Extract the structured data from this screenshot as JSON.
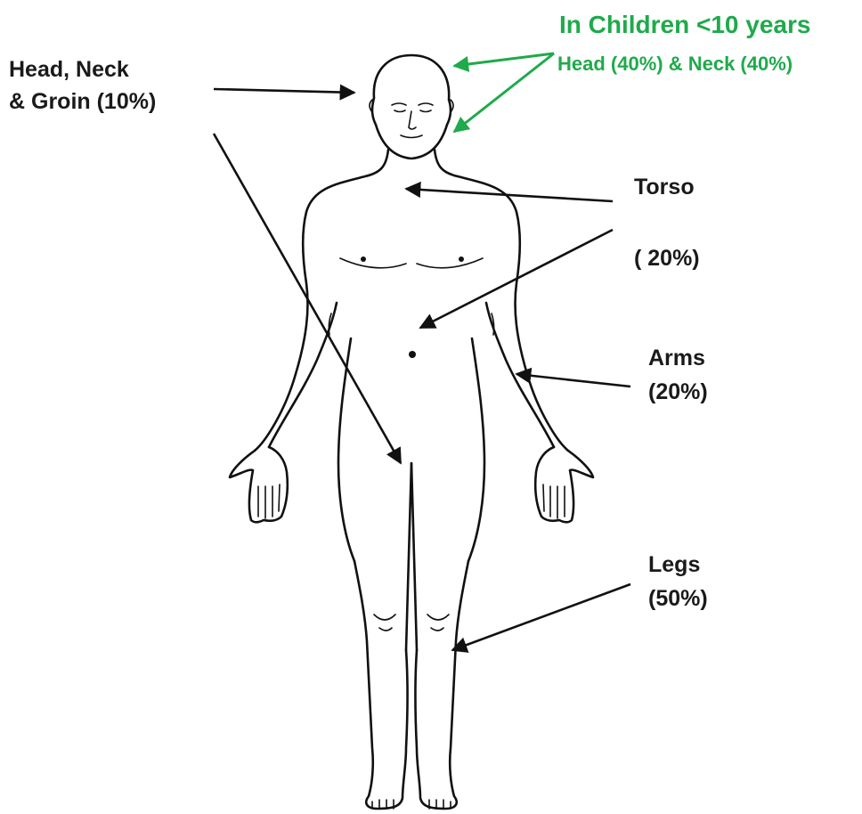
{
  "labels": {
    "head_neck_groin_line1": "Head, Neck",
    "head_neck_groin_line2": "& Groin (10%)",
    "children_title": "In Children <10 years",
    "children_detail": "Head (40%) & Neck (40%)",
    "torso": "Torso",
    "torso_pct": "( 20%)",
    "arms": "Arms",
    "arms_pct": "(20%)",
    "legs": "Legs",
    "legs_pct": "(50%)"
  },
  "colors": {
    "text": "#1a1a1a",
    "children_highlight": "#1faa4b",
    "figure_outline": "#111111"
  }
}
